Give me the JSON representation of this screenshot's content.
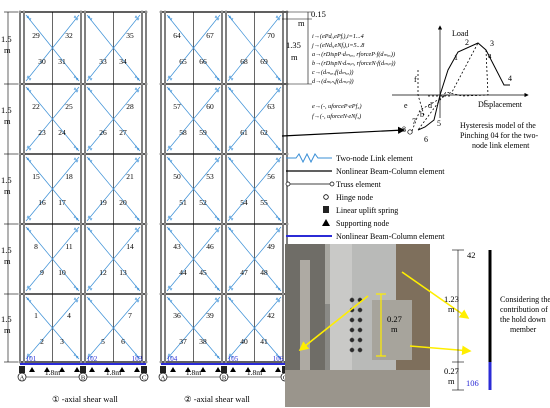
{
  "left_dims": {
    "story_height": "1.5",
    "unit": "m"
  },
  "top_dims": {
    "top_small": "0.15",
    "top_unit_small": "m",
    "stud_height": "1.35",
    "stud_unit": "m"
  },
  "wall1": {
    "label": "① -axial shear wall",
    "panel_numbers": [
      [
        "29",
        "32",
        "30",
        "31",
        "35",
        "33",
        "34"
      ],
      [
        "22",
        "25",
        "23",
        "24",
        "28",
        "26",
        "27"
      ],
      [
        "15",
        "18",
        "16",
        "17",
        "21",
        "19",
        "20"
      ],
      [
        "8",
        "11",
        "9",
        "10",
        "14",
        "12",
        "13"
      ],
      [
        "1",
        "4",
        "2",
        "3",
        "7",
        "5",
        "6"
      ]
    ],
    "node_ids": [
      "101",
      "102",
      "103"
    ],
    "axes": [
      "A",
      "B",
      "C"
    ],
    "spans": [
      "1.8m",
      "1.8m"
    ]
  },
  "wall2": {
    "label": "② -axial shear wall",
    "panel_numbers": [
      [
        "64",
        "67",
        "65",
        "66",
        "70",
        "68",
        "69"
      ],
      [
        "57",
        "60",
        "58",
        "59",
        "63",
        "61",
        "62"
      ],
      [
        "50",
        "53",
        "51",
        "52",
        "56",
        "54",
        "55"
      ],
      [
        "43",
        "46",
        "44",
        "45",
        "49",
        "47",
        "48"
      ],
      [
        "36",
        "39",
        "37",
        "38",
        "42",
        "40",
        "41"
      ]
    ],
    "node_ids": [
      "104",
      "105",
      "106"
    ],
    "axes": [
      "A",
      "B",
      "C"
    ],
    "spans": [
      "1.8m",
      "1.8m"
    ]
  },
  "hysteresis": {
    "y_label": "Load",
    "x_label": "Displacement",
    "point_labels": [
      "1",
      "2",
      "3",
      "4",
      "5",
      "6",
      "7",
      "8",
      "a",
      "b",
      "c",
      "d",
      "e",
      "f"
    ],
    "equations": [
      "i→(ePdᵢ,ePfᵢ),i=1...4",
      "j→(eNdᵢ,eNfᵢ),i=5...8",
      "a→(rDispP·dₘₐₓ, rforceP·f(dₘₐₓ))",
      "b→(rDispN·dₘᵢₙ, rforceN·f(dₘᵢₙ))",
      "c→(dₘₐₓ,f(dₘₐₓ))",
      "d→(dₘᵢₙ,f(dₘᵢₙ))",
      "e→(-, uforceP·ePf₃)",
      "f→(-, uforceN·eNf₃)"
    ],
    "caption_lines": [
      "Hysteresis model of the",
      "Pinching 04 for the two-",
      "node link element"
    ]
  },
  "legend": [
    {
      "key": "link",
      "label": "Two-node Link element"
    },
    {
      "key": "nonlinear",
      "label": "Nonlinear Beam-Column element"
    },
    {
      "key": "truss",
      "label": "Truss element"
    },
    {
      "key": "hinge",
      "label": "Hinge node"
    },
    {
      "key": "spring",
      "label": "Linear uplift spring"
    },
    {
      "key": "support",
      "label": "Supporting node"
    },
    {
      "key": "nonlinear_blue",
      "label": "Nonlinear Beam-Column element"
    }
  ],
  "photo": {
    "dim_value": "0.27",
    "dim_unit": "m"
  },
  "right_column": {
    "top_node": "42",
    "len_upper": "1.23",
    "unit_upper": "m",
    "len_lower": "0.27",
    "unit_lower": "m",
    "bottom_node": "106",
    "note_lines": [
      "Considering the",
      "contribution of",
      "the hold down",
      "member"
    ]
  },
  "colors": {
    "link_blue": "#3a8fd6",
    "node_blue": "#2b2bd6",
    "frame": "#000000"
  }
}
